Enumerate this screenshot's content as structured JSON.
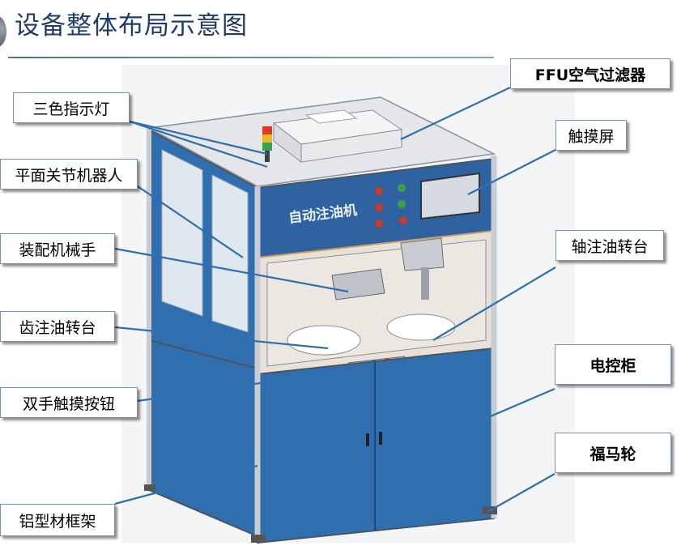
{
  "title": "设备整体布局示意图",
  "labels": {
    "ffu": "FFU空气过滤器",
    "tricolor_lamp": "三色指示灯",
    "touch_screen": "触摸屏",
    "scara_robot": "平面关节机器人",
    "assembly_gripper": "装配机械手",
    "shaft_oil_table": "轴注油转台",
    "gear_oil_table": "齿注油转台",
    "control_cabinet": "电控柜",
    "two_hand_buttons": "双手触摸按钮",
    "caster": "福马轮",
    "aluminum_frame": "铝型材框架"
  },
  "machine_panel_text": "自动注油机",
  "colors": {
    "panel_blue": "#2f6fb0",
    "frame_gray": "#c9ccd1",
    "callout_line": "#2f6fb0",
    "title": "#1f3c6b"
  }
}
